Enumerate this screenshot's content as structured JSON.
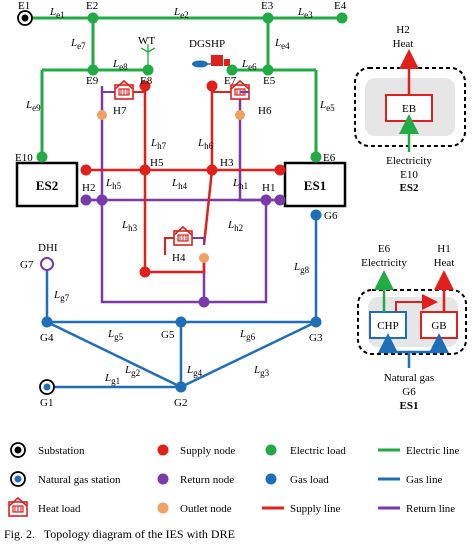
{
  "figure": {
    "caption": "Fig. 2.   Topology diagram of the IES with DRE"
  },
  "colors": {
    "electric": "#22aa44",
    "gas": "#1f6fb8",
    "supply": "#e0201c",
    "return": "#7a3aa8",
    "outlet": "#f0a060"
  },
  "nodes": {
    "E1": "E1",
    "E2": "E2",
    "E3": "E3",
    "E4": "E4",
    "E5": "E5",
    "E6": "E6",
    "E7": "E7",
    "E8": "E8",
    "E9": "E9",
    "E10": "E10",
    "H1": "H1",
    "H2": "H2",
    "H3": "H3",
    "H4": "H4",
    "H5": "H5",
    "H6": "H6",
    "H7": "H7",
    "G1": "G1",
    "G2": "G2",
    "G3": "G3",
    "G4": "G4",
    "G5": "G5",
    "G6": "G6",
    "G7": "G7",
    "WT": "WT",
    "DGSHP": "DGSHP",
    "DHI": "DHI",
    "ES1": "ES1",
    "ES2": "ES2"
  },
  "lines": {
    "Le1": [
      "L",
      "e1"
    ],
    "Le2": [
      "L",
      "e2"
    ],
    "Le3": [
      "L",
      "e3"
    ],
    "Le4": [
      "L",
      "e4"
    ],
    "Le5": [
      "L",
      "e5"
    ],
    "Le6": [
      "L",
      "e6"
    ],
    "Le7": [
      "L",
      "e7"
    ],
    "Le8": [
      "L",
      "e8"
    ],
    "Le9": [
      "L",
      "e9"
    ],
    "Lh1": [
      "L",
      "h1"
    ],
    "Lh2": [
      "L",
      "h2"
    ],
    "Lh3": [
      "L",
      "h3"
    ],
    "Lh4": [
      "L",
      "h4"
    ],
    "Lh5": [
      "L",
      "h5"
    ],
    "Lh6": [
      "L",
      "h6"
    ],
    "Lh7": [
      "L",
      "h7"
    ],
    "Lg1": [
      "L",
      "g1"
    ],
    "Lg2": [
      "L",
      "g2"
    ],
    "Lg3": [
      "L",
      "g3"
    ],
    "Lg4": [
      "L",
      "g4"
    ],
    "Lg5": [
      "L",
      "g5"
    ],
    "Lg6": [
      "L",
      "g6"
    ],
    "Lg7": [
      "L",
      "g7"
    ],
    "Lg8": [
      "L",
      "g8"
    ]
  },
  "es2_inset": {
    "out_node": "H2",
    "out_label": "Heat",
    "device": "EB",
    "in_label": "Electricity",
    "in_node": "E10",
    "title": "ES2"
  },
  "es1_inset": {
    "out1_node": "E6",
    "out1_label": "Electricity",
    "out2_node": "H1",
    "out2_label": "Heat",
    "device1": "CHP",
    "device2": "GB",
    "in_label": "Natural gas",
    "in_node": "G6",
    "title": "ES1"
  },
  "legend": [
    [
      "Substation",
      "Supply node",
      "Electric load",
      "Electric line"
    ],
    [
      "Natural gas station",
      "Return node",
      "Gas load",
      "Gas line"
    ],
    [
      "Heat load",
      "Outlet node",
      "Supply line",
      "Return line"
    ]
  ]
}
